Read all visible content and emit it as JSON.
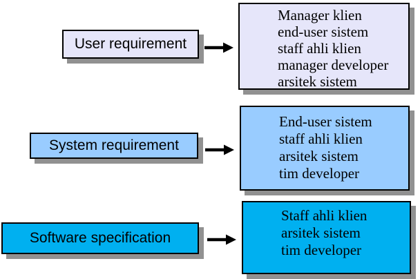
{
  "colors": {
    "stage1_fill": "#e6e6fa",
    "stage2_fill": "#99ccff",
    "stage3_fill": "#00b0f0",
    "box_border": "#000000",
    "shadow": "#919191",
    "arrow": "#000000",
    "text": "#000000",
    "background": "#ffffff"
  },
  "diagram": {
    "stages": [
      {
        "label": "User requirement",
        "stakeholders": [
          "Manager klien",
          "end-user sistem",
          "staff ahli klien",
          "manager developer",
          "arsitek sistem"
        ]
      },
      {
        "label": "System requirement",
        "stakeholders": [
          "End-user sistem",
          "staff ahli klien",
          "arsitek sistem",
          "tim developer"
        ]
      },
      {
        "label": "Software specification",
        "stakeholders": [
          "Staff ahli klien",
          "arsitek sistem",
          "tim developer"
        ]
      }
    ]
  }
}
